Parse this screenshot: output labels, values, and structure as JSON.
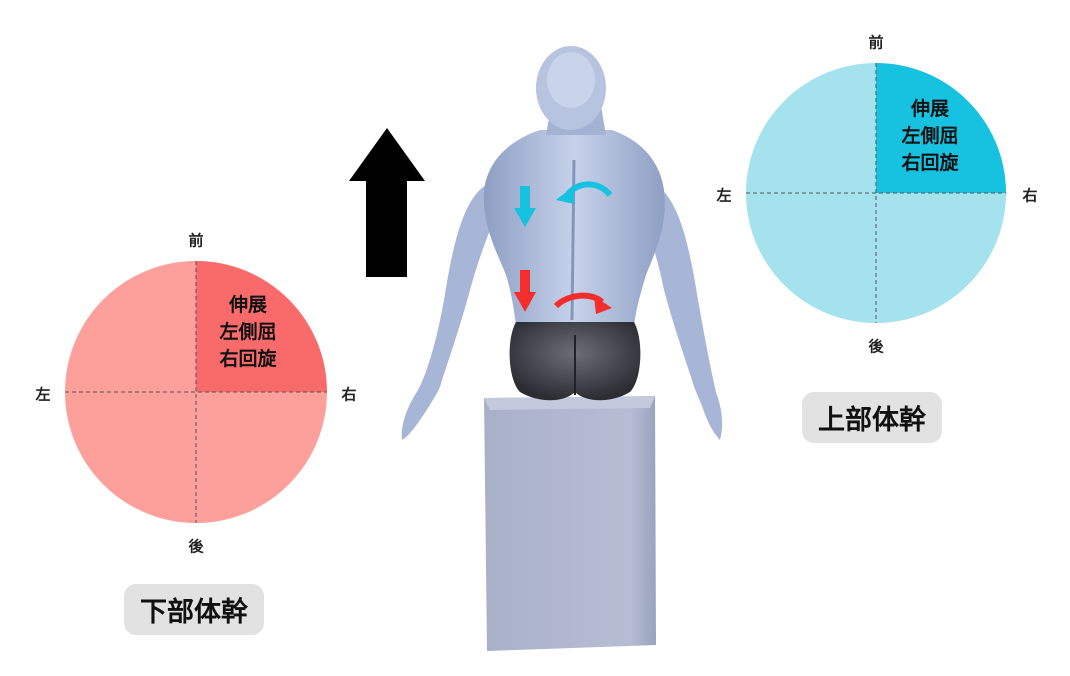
{
  "lower_trunk": {
    "title": "下部体幹",
    "directions": {
      "front": "前",
      "back": "後",
      "left": "左",
      "right": "右"
    },
    "quadrant_lines": [
      "伸展",
      "左側屈",
      "右回旋"
    ],
    "highlighted_quadrant": "front-right",
    "colors": {
      "base": "#fd9f9a",
      "highlight": "#f96b6b"
    }
  },
  "upper_trunk": {
    "title": "上部体幹",
    "directions": {
      "front": "前",
      "back": "後",
      "left": "左",
      "right": "右"
    },
    "quadrant_lines": [
      "伸展",
      "左側屈",
      "右回旋"
    ],
    "highlighted_quadrant": "front-right",
    "colors": {
      "base": "#a4e2ee",
      "highlight": "#17c1e0"
    }
  },
  "arrows": {
    "upward_arrow_color": "#000000",
    "upper_indicator_color": "#17c1e0",
    "lower_indicator_color": "#f42d2d"
  },
  "figure": {
    "skin_color": "#b4c3de",
    "shorts_color": "#3a3d44",
    "seat_color": "#b2b9cf"
  }
}
